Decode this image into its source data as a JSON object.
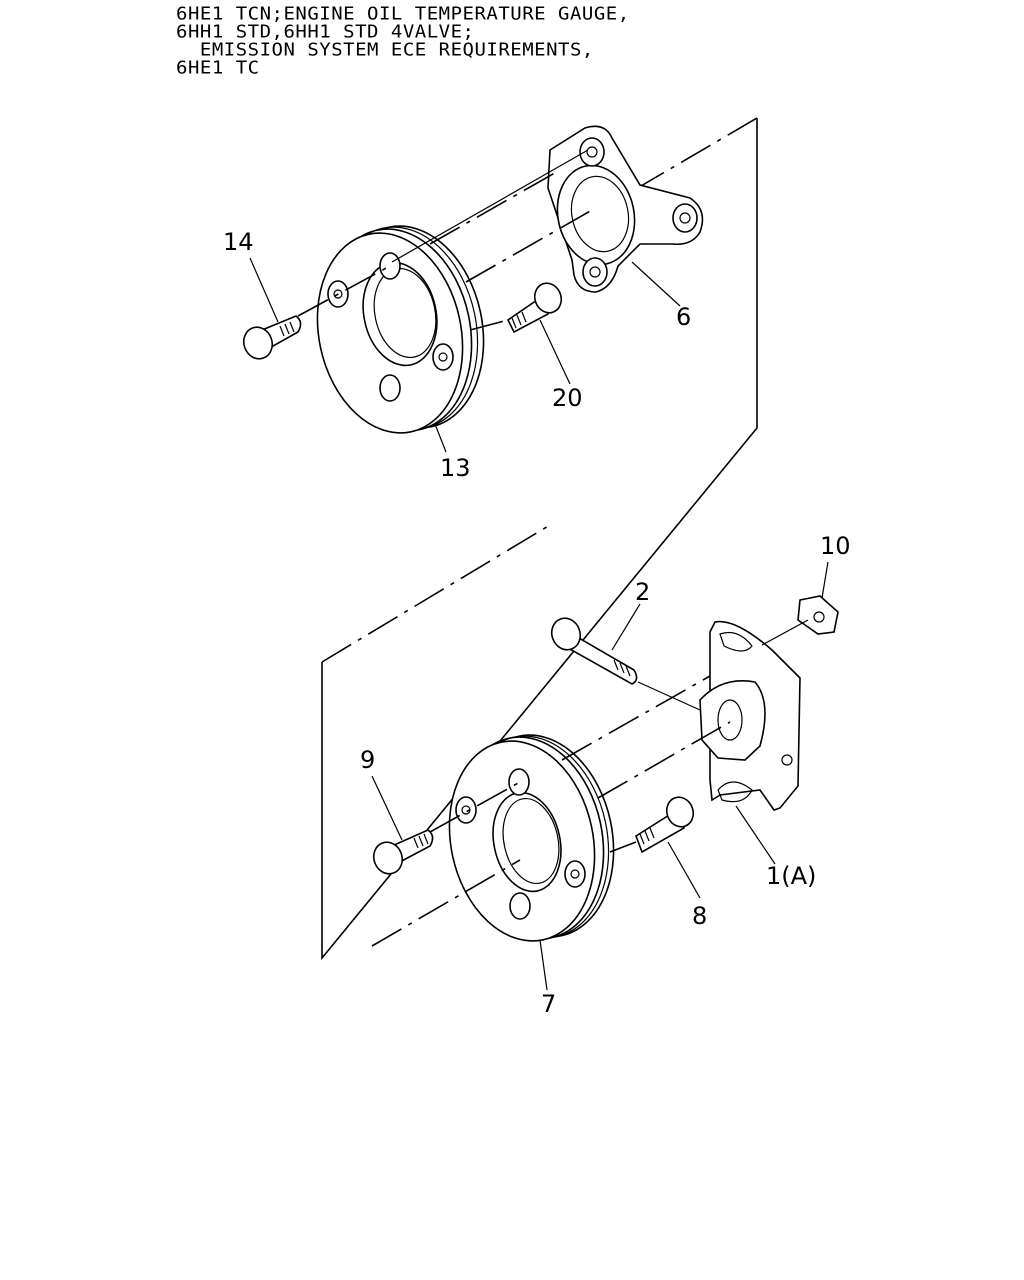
{
  "header": {
    "lines": [
      "6HE1 TCN;ENGINE OIL TEMPERATURE GAUGE,",
      "6HH1 STD,6HH1 STD 4VALVE;",
      "  EMISSION SYSTEM ECE REQUIREMENTS,",
      "6HE1 TC"
    ]
  },
  "callouts": {
    "p14": "14",
    "p6": "6",
    "p20": "20",
    "p13": "13",
    "p10": "10",
    "p2": "2",
    "p9": "9",
    "p1a": "1(A)",
    "p8": "8",
    "p7": "7"
  }
}
